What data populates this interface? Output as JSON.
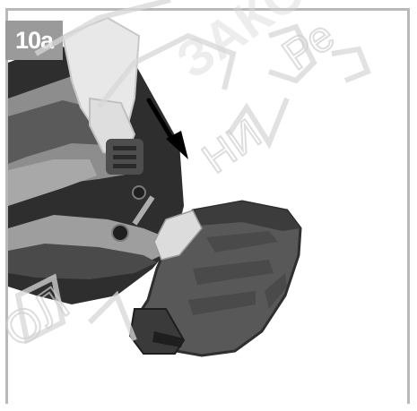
{
  "figure": {
    "label": "10a",
    "description": "Angle grinder guard being attached; arrow indicates direction"
  },
  "colors": {
    "frame_border": "#b9b9b9",
    "label_bg": "#9a9a9a",
    "tool_dark": "#3d3d3d",
    "tool_mid": "#666666",
    "tool_light": "#bdbdbd",
    "watermark": "#d8d8d8"
  },
  "watermark": {
    "texts": [
      "ЗАКО",
      "Ре",
      "НИ",
      "ОЛ"
    ]
  }
}
